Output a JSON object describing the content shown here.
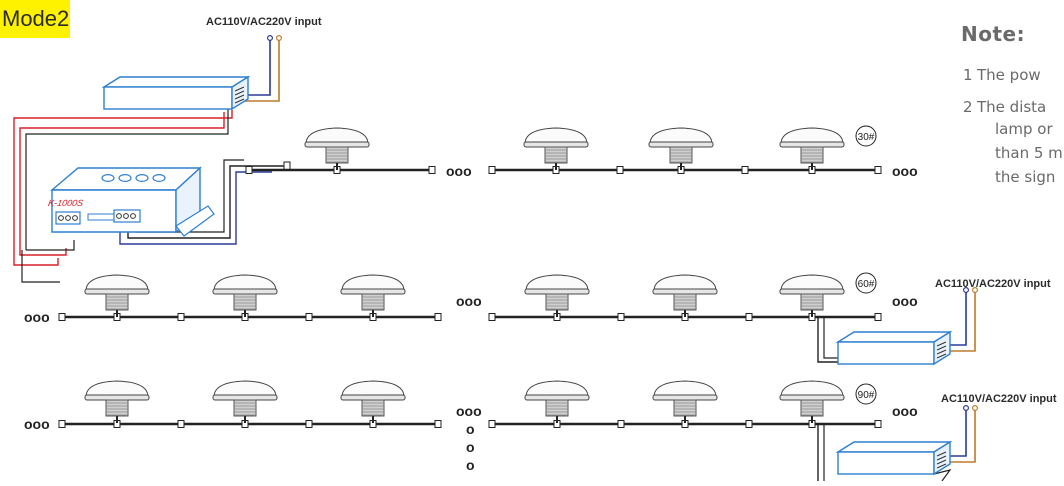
{
  "mode_label": "Mode2",
  "input_label": "AC110V/AC220V input",
  "controller_model": "K-1000S",
  "ellipsis": "ooo",
  "note": {
    "title": "Note:",
    "items": [
      {
        "number": "1",
        "lines": [
          "The pow"
        ]
      },
      {
        "number": "2",
        "lines": [
          "The dista",
          "lamp or",
          "than 5 m",
          "the sign"
        ]
      }
    ]
  },
  "lamp_markers": [
    "30#",
    "60#",
    "90#"
  ],
  "colors": {
    "highlight": "#fff200",
    "power_box": "#2f7fd0",
    "live_wire": "#c07a2a",
    "neutral_wire": "#2c3a9a",
    "signal_wire": "#d8202a",
    "cable": "#222222"
  }
}
